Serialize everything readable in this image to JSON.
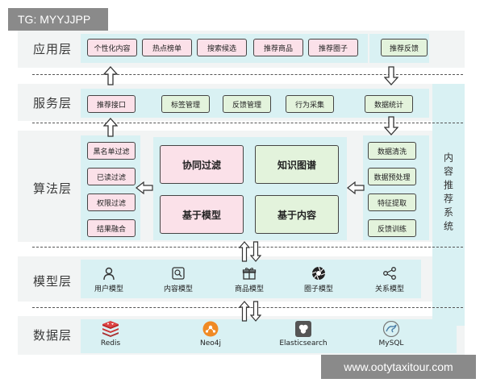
{
  "watermarks": {
    "top_left": "TG: MYYJJPP",
    "bottom_right": "www.ootytaxitour.com"
  },
  "side_label": "内容推荐系统",
  "layers": {
    "app": {
      "label": "应用层",
      "items": [
        "个性化内容",
        "热点榜单",
        "搜索候选",
        "推荐商品",
        "推荐圈子"
      ],
      "feedback": "推荐反馈"
    },
    "service": {
      "label": "服务层",
      "items": [
        "推荐接口",
        "标签管理",
        "反馈管理",
        "行为采集",
        "数据统计"
      ]
    },
    "algo": {
      "label": "算法层",
      "left_items": [
        "黑名单过滤",
        "已读过滤",
        "权限过滤",
        "结果融合"
      ],
      "center": [
        "协同过滤",
        "知识图谱",
        "基于模型",
        "基于内容"
      ],
      "right_items": [
        "数据清洗",
        "数据预处理",
        "特征提取",
        "反馈训练"
      ]
    },
    "model": {
      "label": "模型层",
      "items": [
        {
          "label": "用户模型",
          "icon": "user-icon"
        },
        {
          "label": "内容模型",
          "icon": "content-icon"
        },
        {
          "label": "商品模型",
          "icon": "gift-icon"
        },
        {
          "label": "圈子模型",
          "icon": "aperture-icon"
        },
        {
          "label": "关系模型",
          "icon": "share-icon"
        }
      ]
    },
    "data": {
      "label": "数据层",
      "items": [
        {
          "label": "Redis",
          "icon": "redis-icon"
        },
        {
          "label": "Neo4j",
          "icon": "neo4j-icon"
        },
        {
          "label": "Elasticsearch",
          "icon": "elasticsearch-icon"
        },
        {
          "label": "MySQL",
          "icon": "mysql-icon"
        }
      ]
    }
  },
  "colors": {
    "pink": "#fbe1e9",
    "green": "#e3f3dc",
    "cyan": "#d9f1f3",
    "band": "#f2f4f4"
  }
}
